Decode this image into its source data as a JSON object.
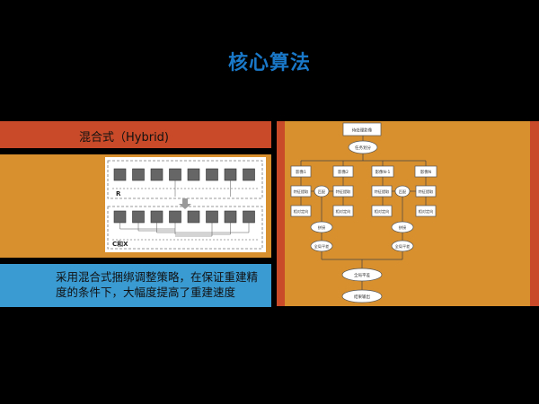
{
  "page": {
    "title": "核心算法"
  },
  "section_hybrid": {
    "label": "混合式（Hybrid)",
    "description": "采用混合式捆绑调整策略，在保证重建精度的条件下，大幅度提高了重建速度",
    "diagram": {
      "label_r": "R",
      "label_cx": "C和X"
    }
  },
  "flowchart": {
    "nodes": {
      "top": "待处理影像",
      "decision1": "任务划分",
      "group1": "影像1",
      "group2": "影像2",
      "group3": "影像N-1",
      "group4": "影像N",
      "feat": "特征提取",
      "match": "匹配",
      "orient": "相对定向",
      "merge1": "拼接",
      "merge2": "拼接",
      "ba": "全局平差",
      "out": "结果输出"
    }
  },
  "colors": {
    "title": "#1a78c8",
    "red": "#c84a28",
    "orange": "#d8902e",
    "blue": "#3a9ad2"
  }
}
